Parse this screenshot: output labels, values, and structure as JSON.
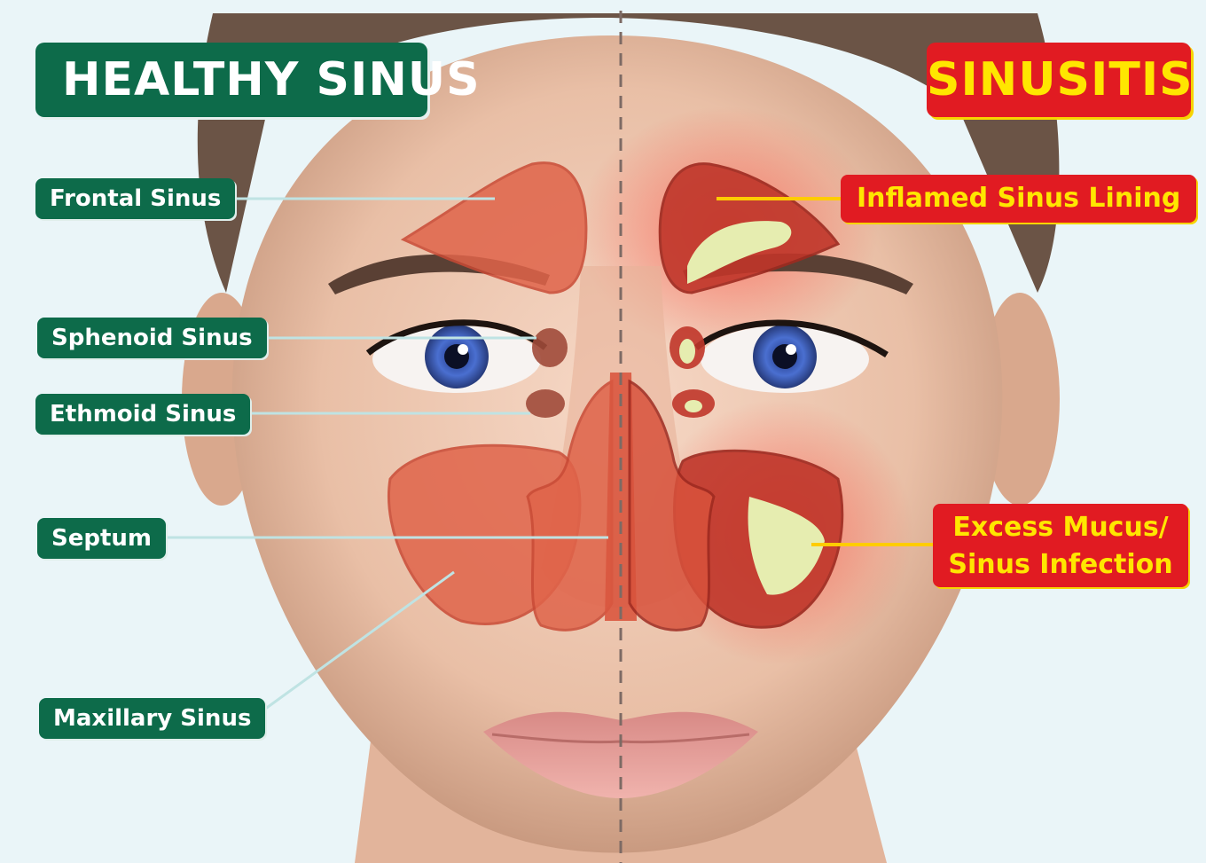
{
  "titles": {
    "healthy": "HEALTHY SINUS",
    "sinusitis": "SINUSITIS"
  },
  "healthy_labels": {
    "frontal": "Frontal Sinus",
    "sphenoid": "Sphenoid Sinus",
    "ethmoid": "Ethmoid Sinus",
    "septum": "Septum",
    "maxillary": "Maxillary Sinus"
  },
  "sinusitis_labels": {
    "inflamed": "Inflamed Sinus Lining",
    "mucus_line1": "Excess Mucus/",
    "mucus_line2": "Sinus Infection"
  },
  "colors": {
    "healthy_green": "#0d6b4a",
    "sinusitis_red": "#e11b22",
    "sinusitis_yellow": "#ffe600",
    "sinus_tissue": "#e0644a",
    "mucus": "#e6edb0"
  }
}
